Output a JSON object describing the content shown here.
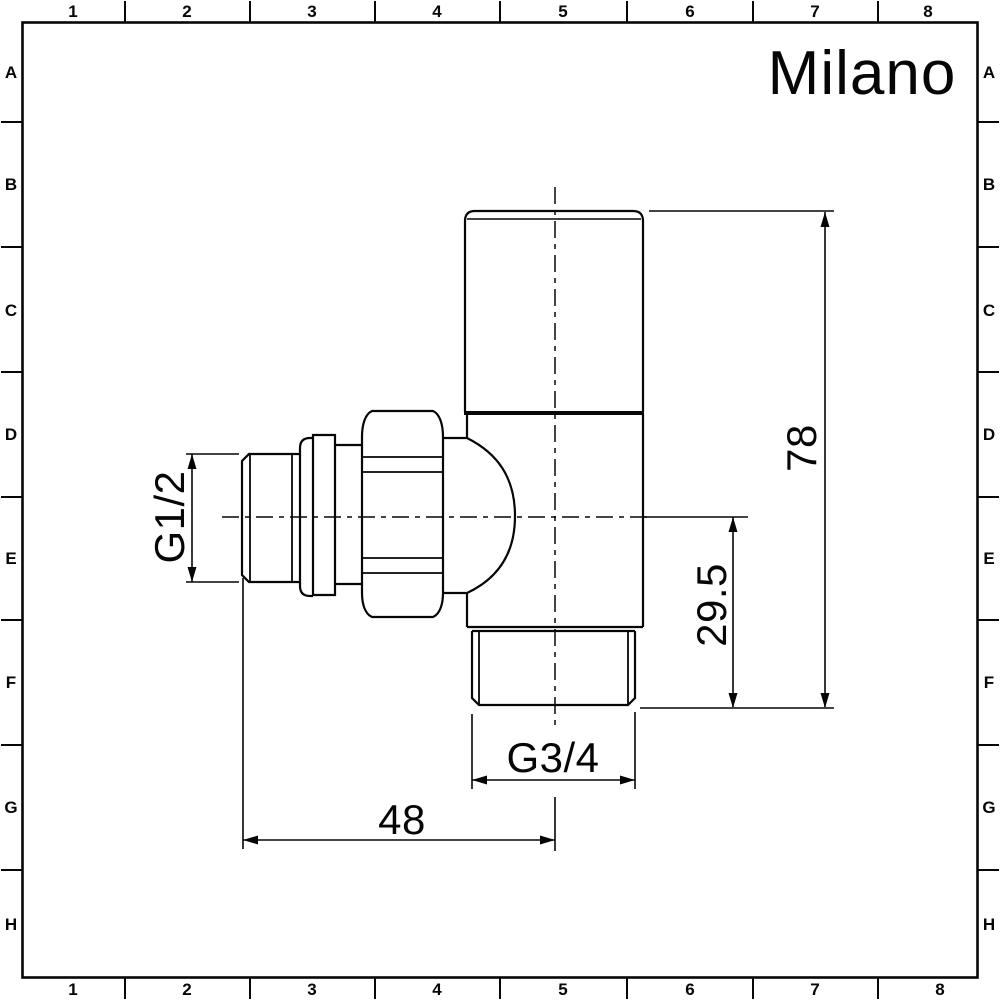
{
  "colors": {
    "background": "#ffffff",
    "line": "#060606"
  },
  "frame": {
    "columns": [
      "1",
      "2",
      "3",
      "4",
      "5",
      "6",
      "7",
      "8"
    ],
    "rows": [
      "A",
      "B",
      "C",
      "D",
      "E",
      "F",
      "G",
      "H"
    ]
  },
  "logo": {
    "brand": "Milano"
  },
  "drawing": {
    "dimensions": {
      "inlet_thread": "G1/2",
      "overall_height": "78",
      "outlet_offset": "29.5",
      "outlet_thread": "G3/4",
      "horizontal_length": "48"
    }
  }
}
